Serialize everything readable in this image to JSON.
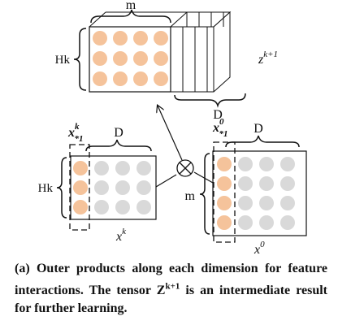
{
  "labels": {
    "tensor_m": "m",
    "tensor_h": "Hk",
    "tensor_d": "D",
    "tensor_name": "z",
    "tensor_name_sup": "k+1",
    "xk_col": "x",
    "xk_col_sup": "k",
    "xk_col_sub": "*1",
    "xk_d": "D",
    "xk_h": "Hk",
    "xk_name": "x",
    "xk_name_sup": "k",
    "x0_col": "x",
    "x0_col_sup": "0",
    "x0_col_sub": "*1",
    "x0_d": "D",
    "x0_m": "m",
    "x0_name": "x",
    "x0_name_sup": "0",
    "operator": "⊗"
  },
  "colors": {
    "orange": "#f5c39b",
    "gray": "#d9d9d9",
    "stroke": "#111111"
  },
  "caption": "(a) Outer products along each dimension for feature interactions. The tensor Z^{k+1} is an intermediate result for further learning."
}
